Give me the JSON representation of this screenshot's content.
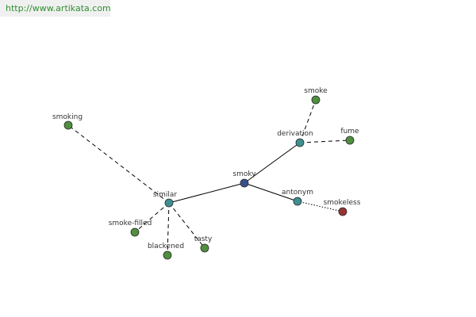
{
  "banner": {
    "url_text": "http://www.artikata.com"
  },
  "graph": {
    "colors": {
      "center": "#3a4f8f",
      "relation": "#3f8f8f",
      "term": "#4f8f3f",
      "antonym_term": "#993333",
      "node_stroke": "#2a2a2a",
      "edge": "#000000"
    },
    "nodes": [
      {
        "id": "smoky",
        "label": "smoky",
        "kind": "center"
      },
      {
        "id": "similar",
        "label": "similar",
        "kind": "relation"
      },
      {
        "id": "derivation",
        "label": "derivation",
        "kind": "relation"
      },
      {
        "id": "antonym",
        "label": "antonym",
        "kind": "relation"
      },
      {
        "id": "smoke",
        "label": "smoke",
        "kind": "term"
      },
      {
        "id": "fume",
        "label": "fume",
        "kind": "term"
      },
      {
        "id": "smokeless",
        "label": "smokeless",
        "kind": "antonym_term"
      },
      {
        "id": "smoking",
        "label": "smoking",
        "kind": "term"
      },
      {
        "id": "smoke-filled",
        "label": "smoke-filled",
        "kind": "term"
      },
      {
        "id": "blackened",
        "label": "blackened",
        "kind": "term"
      },
      {
        "id": "tasty",
        "label": "tasty",
        "kind": "term"
      }
    ],
    "edges": [
      {
        "from": "smoky",
        "to": "similar",
        "style": "solid"
      },
      {
        "from": "smoky",
        "to": "derivation",
        "style": "solid"
      },
      {
        "from": "smoky",
        "to": "antonym",
        "style": "solid"
      },
      {
        "from": "derivation",
        "to": "smoke",
        "style": "dashed"
      },
      {
        "from": "derivation",
        "to": "fume",
        "style": "dashed"
      },
      {
        "from": "antonym",
        "to": "smokeless",
        "style": "dotted"
      },
      {
        "from": "similar",
        "to": "smoking",
        "style": "dashed"
      },
      {
        "from": "similar",
        "to": "smoke-filled",
        "style": "dashed"
      },
      {
        "from": "similar",
        "to": "blackened",
        "style": "dashed"
      },
      {
        "from": "similar",
        "to": "tasty",
        "style": "dashed"
      }
    ]
  }
}
